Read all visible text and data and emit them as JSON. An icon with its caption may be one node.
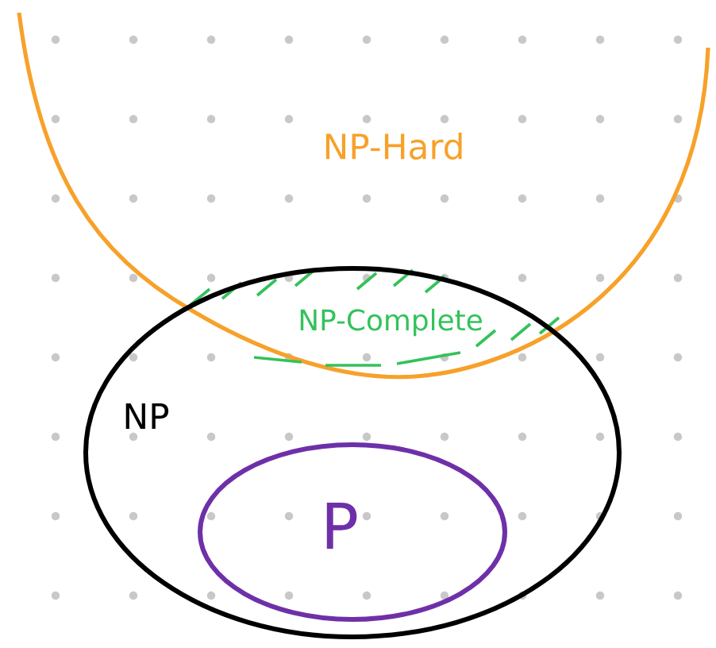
{
  "diagram": {
    "nodes": [
      {
        "text": [
          "NP-Hard"
        ]
      },
      {
        "text": [
          "NP-Complete"
        ]
      },
      {
        "text": [
          "NP"
        ]
      },
      {
        "text": [
          "P"
        ],
        "in": 2
      }
    ]
  }
}
